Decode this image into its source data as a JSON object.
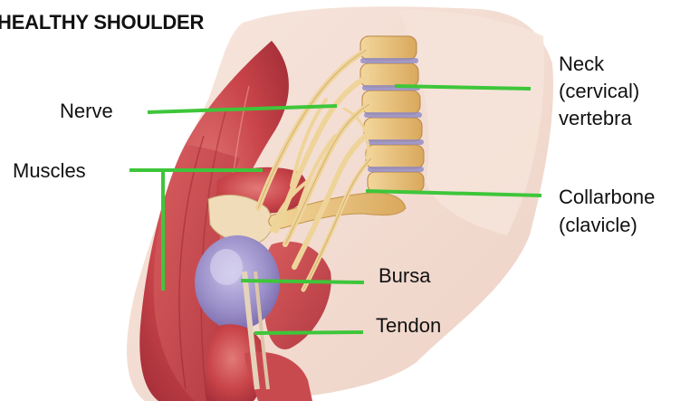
{
  "title": "HEALTHY SHOULDER",
  "labels": {
    "neck": [
      "Neck",
      "(cervical)",
      "vertebra"
    ],
    "nerve": "Nerve",
    "muscles": "Muscles",
    "collarbone": [
      "Collarbone",
      "(clavicle)"
    ],
    "bursa": "Bursa",
    "tendon": "Tendon"
  },
  "colors": {
    "leader_line": "#3ec63a",
    "muscle": "#c9454a",
    "bone": "#e8c07a",
    "bursa": "#9a8ec8",
    "nerve": "#f0d9a0"
  }
}
